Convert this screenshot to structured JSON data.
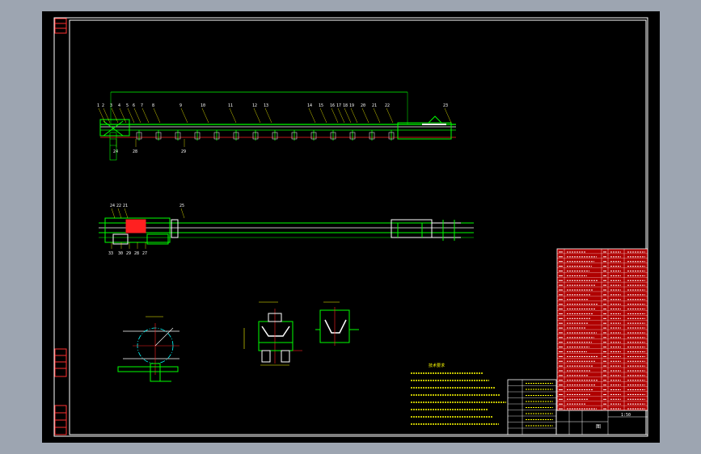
{
  "drawing": {
    "title_block": {
      "scale_text": "1:50",
      "sheet_label": "图"
    },
    "bom": {
      "rows": 34
    },
    "notes": {
      "heading": "技术要求",
      "lines": 8
    }
  },
  "colors": {
    "background": "#000000",
    "frame": "#ffffff",
    "outline": "#00ff00",
    "leader": "#ffff00",
    "hidden": "#ff0000",
    "centerline": "#00ffff",
    "table_fill": "#b00000"
  },
  "callouts": {
    "side_view": [
      "1",
      "2",
      "3",
      "4",
      "5",
      "6",
      "7",
      "8",
      "9",
      "10",
      "11",
      "12",
      "13",
      "14",
      "15",
      "16",
      "17",
      "18",
      "19",
      "20",
      "21",
      "22",
      "23"
    ],
    "side_view_bottom": [
      "24",
      "28",
      "29"
    ],
    "plan_view_top": [
      "24",
      "22",
      "21",
      "25"
    ],
    "plan_view_bottom": [
      "33",
      "30",
      "29",
      "28",
      "27"
    ]
  }
}
